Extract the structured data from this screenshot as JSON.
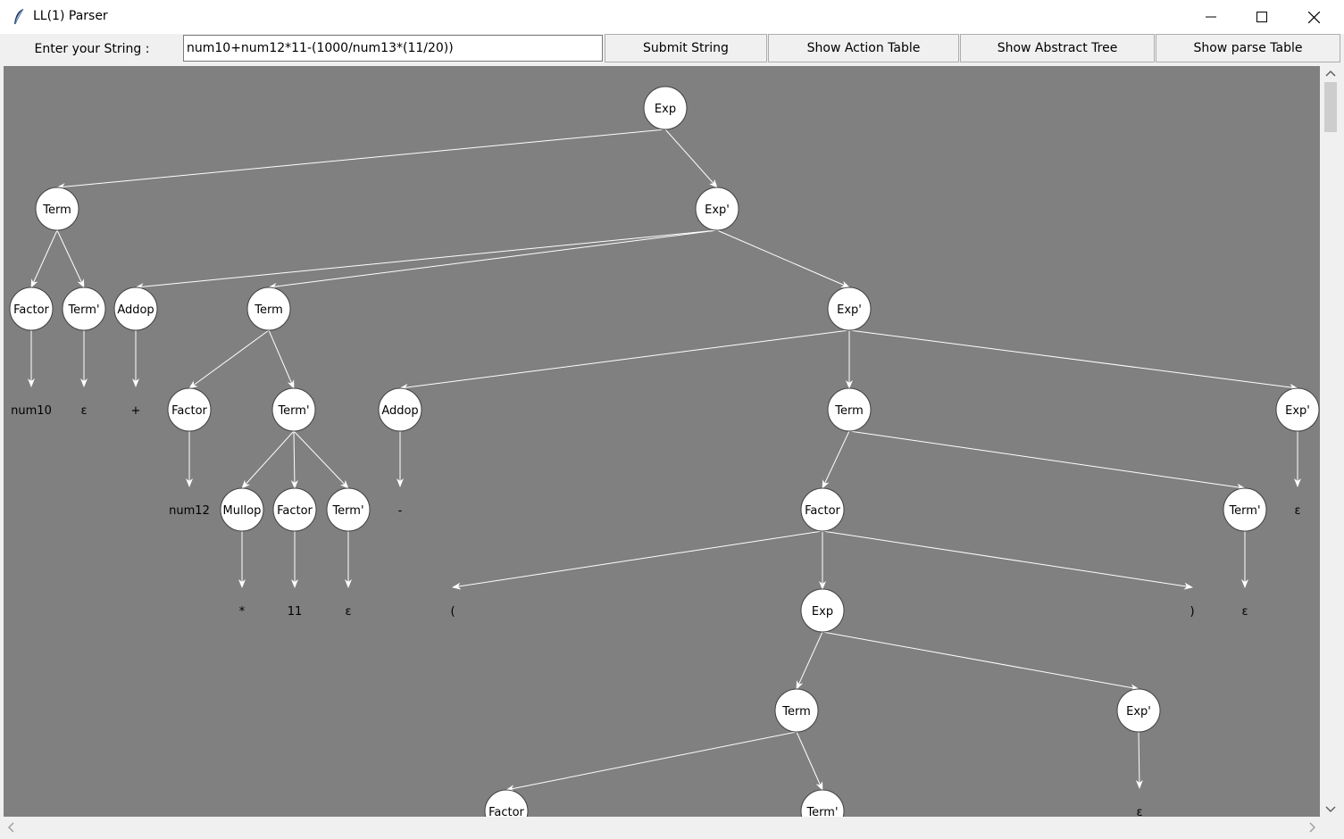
{
  "window": {
    "title": "LL(1) Parser"
  },
  "toolbar": {
    "label": "Enter your String :",
    "input_value": "num10+num12*11-(1000/num13*(11/20))",
    "submit_label": "Submit String",
    "action_table_label": "Show Action Table",
    "abstract_tree_label": "Show Abstract Tree",
    "parse_table_label": "Show parse Table"
  },
  "colors": {
    "canvas": "#808080",
    "node_fill": "#ffffff",
    "edge": "#ffffff"
  },
  "tree": {
    "nodes": [
      {
        "id": "exp0",
        "label": "Exp"
      },
      {
        "id": "term1",
        "label": "Term"
      },
      {
        "id": "expp1",
        "label": "Exp'"
      },
      {
        "id": "factor1",
        "label": "Factor"
      },
      {
        "id": "termp1",
        "label": "Term'"
      },
      {
        "id": "addop1",
        "label": "Addop"
      },
      {
        "id": "term2",
        "label": "Term"
      },
      {
        "id": "expp2",
        "label": "Exp'"
      },
      {
        "id": "factor2",
        "label": "Factor"
      },
      {
        "id": "termp2",
        "label": "Term'"
      },
      {
        "id": "addop2",
        "label": "Addop"
      },
      {
        "id": "term3",
        "label": "Term"
      },
      {
        "id": "expp3",
        "label": "Exp'"
      },
      {
        "id": "mullop1",
        "label": "Mullop"
      },
      {
        "id": "factor3",
        "label": "Factor"
      },
      {
        "id": "termp3",
        "label": "Term'"
      },
      {
        "id": "factor4",
        "label": "Factor"
      },
      {
        "id": "termp4",
        "label": "Term'"
      },
      {
        "id": "exp1",
        "label": "Exp"
      },
      {
        "id": "term4",
        "label": "Term"
      },
      {
        "id": "expp4",
        "label": "Exp'"
      },
      {
        "id": "factor5",
        "label": "Factor"
      },
      {
        "id": "termp5",
        "label": "Term'"
      }
    ],
    "leaves": [
      {
        "id": "l_num10",
        "label": "num10"
      },
      {
        "id": "l_eps1",
        "label": "ε"
      },
      {
        "id": "l_plus",
        "label": "+"
      },
      {
        "id": "l_num12",
        "label": "num12"
      },
      {
        "id": "l_minus",
        "label": "-"
      },
      {
        "id": "l_eps2",
        "label": "ε"
      },
      {
        "id": "l_star",
        "label": "*"
      },
      {
        "id": "l_11",
        "label": "11"
      },
      {
        "id": "l_eps3",
        "label": "ε"
      },
      {
        "id": "l_lparen",
        "label": "("
      },
      {
        "id": "l_rparen",
        "label": ")"
      },
      {
        "id": "l_eps4",
        "label": "ε"
      },
      {
        "id": "l_eps5",
        "label": "ε"
      }
    ],
    "edges": [
      [
        "exp0",
        "term1"
      ],
      [
        "exp0",
        "expp1"
      ],
      [
        "term1",
        "factor1"
      ],
      [
        "term1",
        "termp1"
      ],
      [
        "expp1",
        "addop1"
      ],
      [
        "expp1",
        "term2"
      ],
      [
        "expp1",
        "expp2"
      ],
      [
        "factor1",
        "l_num10"
      ],
      [
        "termp1",
        "l_eps1"
      ],
      [
        "addop1",
        "l_plus"
      ],
      [
        "term2",
        "factor2"
      ],
      [
        "term2",
        "termp2"
      ],
      [
        "expp2",
        "addop2"
      ],
      [
        "expp2",
        "term3"
      ],
      [
        "expp2",
        "expp3"
      ],
      [
        "factor2",
        "l_num12"
      ],
      [
        "termp2",
        "mullop1"
      ],
      [
        "termp2",
        "factor3"
      ],
      [
        "termp2",
        "termp3"
      ],
      [
        "addop2",
        "l_minus"
      ],
      [
        "term3",
        "factor4"
      ],
      [
        "term3",
        "termp4"
      ],
      [
        "expp3",
        "l_eps2"
      ],
      [
        "mullop1",
        "l_star"
      ],
      [
        "factor3",
        "l_11"
      ],
      [
        "termp3",
        "l_eps3"
      ],
      [
        "factor4",
        "l_lparen"
      ],
      [
        "factor4",
        "exp1"
      ],
      [
        "factor4",
        "l_rparen"
      ],
      [
        "termp4",
        "l_eps4"
      ],
      [
        "exp1",
        "term4"
      ],
      [
        "exp1",
        "expp4"
      ],
      [
        "term4",
        "factor5"
      ],
      [
        "term4",
        "termp5"
      ],
      [
        "expp4",
        "l_eps5"
      ]
    ]
  }
}
